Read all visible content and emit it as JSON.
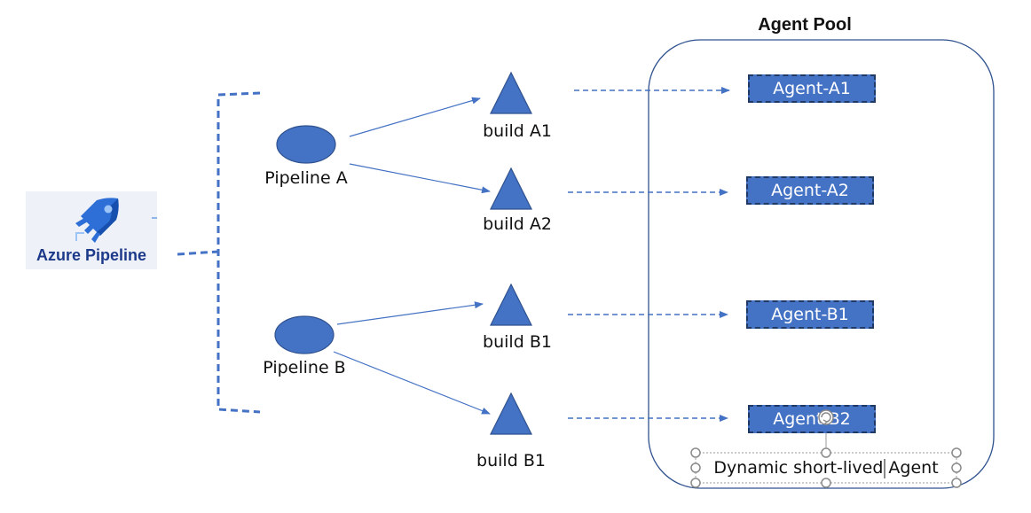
{
  "logo": {
    "label": "Azure Pipeline",
    "icon": "rocket-icon"
  },
  "pipelines": [
    {
      "label": "Pipeline A"
    },
    {
      "label": "Pipeline B"
    }
  ],
  "builds": [
    {
      "label": "build A1"
    },
    {
      "label": "build A2"
    },
    {
      "label": "build B1"
    },
    {
      "label": "build B1"
    }
  ],
  "agent_pool": {
    "title": "Agent Pool",
    "agents": [
      "Agent-A1",
      "Agent-A2",
      "Agent-B1",
      "Agent-B2"
    ]
  },
  "caption": "Dynamic short-lived Agent",
  "colors": {
    "shape_fill": "#4472c4",
    "shape_border": "#2f528f",
    "dashed_line": "#4472c4",
    "agent_border": "#1f3864",
    "logo_text": "#1d3a8a"
  }
}
